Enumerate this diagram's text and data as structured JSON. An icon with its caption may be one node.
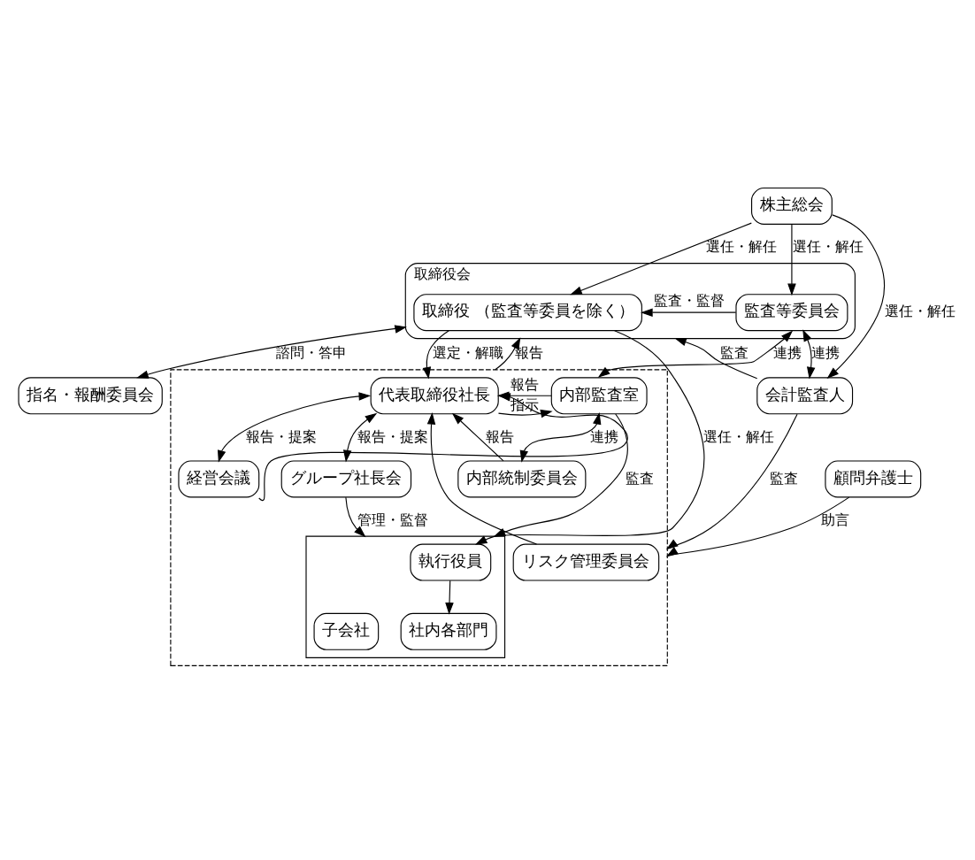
{
  "diagram": {
    "nodes": [
      {
        "text": [
          "株主総会"
        ]
      },
      {
        "text": [
          "取締役会"
        ]
      },
      {
        "text": [
          "取締役 （監査等委員を除く）"
        ],
        "in": 1
      },
      {
        "text": [
          "監査等委員会"
        ],
        "in": 1
      },
      {
        "text": [
          "指名・報酬委員会"
        ]
      },
      {
        "text": [
          "会計監査人"
        ]
      },
      {
        "text": [],
        "shape": "box"
      },
      {
        "text": [
          "代表取締役社長"
        ],
        "in": 6
      },
      {
        "text": [
          "内部監査室"
        ],
        "in": 6
      },
      {
        "text": [
          "経営会議"
        ],
        "in": 6
      },
      {
        "text": [
          "グループ社長会"
        ],
        "in": 6
      },
      {
        "text": [
          "内部統制委員会"
        ],
        "in": 6
      },
      {
        "text": [
          "リスク管理委員会"
        ],
        "in": 6
      },
      {
        "text": [],
        "shape": "box",
        "in": 6
      },
      {
        "text": [
          "執行役員"
        ],
        "in": 13
      },
      {
        "text": [
          "社内各部門"
        ],
        "in": 13
      },
      {
        "text": [
          "子会社"
        ],
        "in": 13
      },
      {
        "text": [
          "顧問弁護士"
        ]
      }
    ],
    "edges": [
      {
        "from": 0,
        "to": 2,
        "arrow": "to",
        "label": "選任・解任"
      },
      {
        "from": 0,
        "to": 3,
        "arrow": "to",
        "label": "選任・解任"
      },
      {
        "from": 0,
        "to": 5,
        "arrow": "to",
        "label": "選任・解任"
      },
      {
        "from": 1,
        "to": 4,
        "arrow": "both",
        "label": "諮問・答申"
      },
      {
        "from": 5,
        "to": 1,
        "arrow": "to",
        "label": "監査"
      },
      {
        "from": 3,
        "to": 5,
        "arrow": "both",
        "label": "連携"
      },
      {
        "from": 3,
        "to": 2,
        "arrow": "to",
        "label": "監査・監督"
      },
      {
        "from": 2,
        "to": 7,
        "arrow": "to",
        "label": "選定・解職"
      },
      {
        "from": 2,
        "to": 14,
        "arrow": "to",
        "label": "選任・解任"
      },
      {
        "from": 6,
        "to": 1,
        "arrow": "to",
        "label": "報告"
      },
      {
        "from": 3,
        "to": 8,
        "arrow": "both",
        "label": "連携"
      },
      {
        "from": 8,
        "to": 7,
        "arrow": "to",
        "label": "報告"
      },
      {
        "from": 7,
        "to": 8,
        "arrow": "to",
        "label": "指示"
      },
      {
        "from": 11,
        "to": 7,
        "arrow": "to",
        "label": "報告"
      },
      {
        "from": 12,
        "to": 7,
        "arrow": "to"
      },
      {
        "from": 9,
        "to": 7,
        "arrow": "to"
      },
      {
        "from": 7,
        "to": 9,
        "arrow": "both",
        "label": "報告・提案"
      },
      {
        "from": 7,
        "to": 10,
        "arrow": "both",
        "label": "報告・提案"
      },
      {
        "from": 10,
        "to": 13,
        "arrow": "to",
        "label": "管理・監督"
      },
      {
        "from": 8,
        "to": 11,
        "arrow": "both",
        "label": "連携"
      },
      {
        "from": 8,
        "to": 13,
        "arrow": "to",
        "label": "監査"
      },
      {
        "from": 5,
        "to": 6,
        "arrow": "to",
        "label": "監査"
      },
      {
        "from": 17,
        "to": 6,
        "arrow": "to",
        "label": "助言"
      },
      {
        "from": 14,
        "to": 15,
        "arrow": "to"
      }
    ]
  }
}
